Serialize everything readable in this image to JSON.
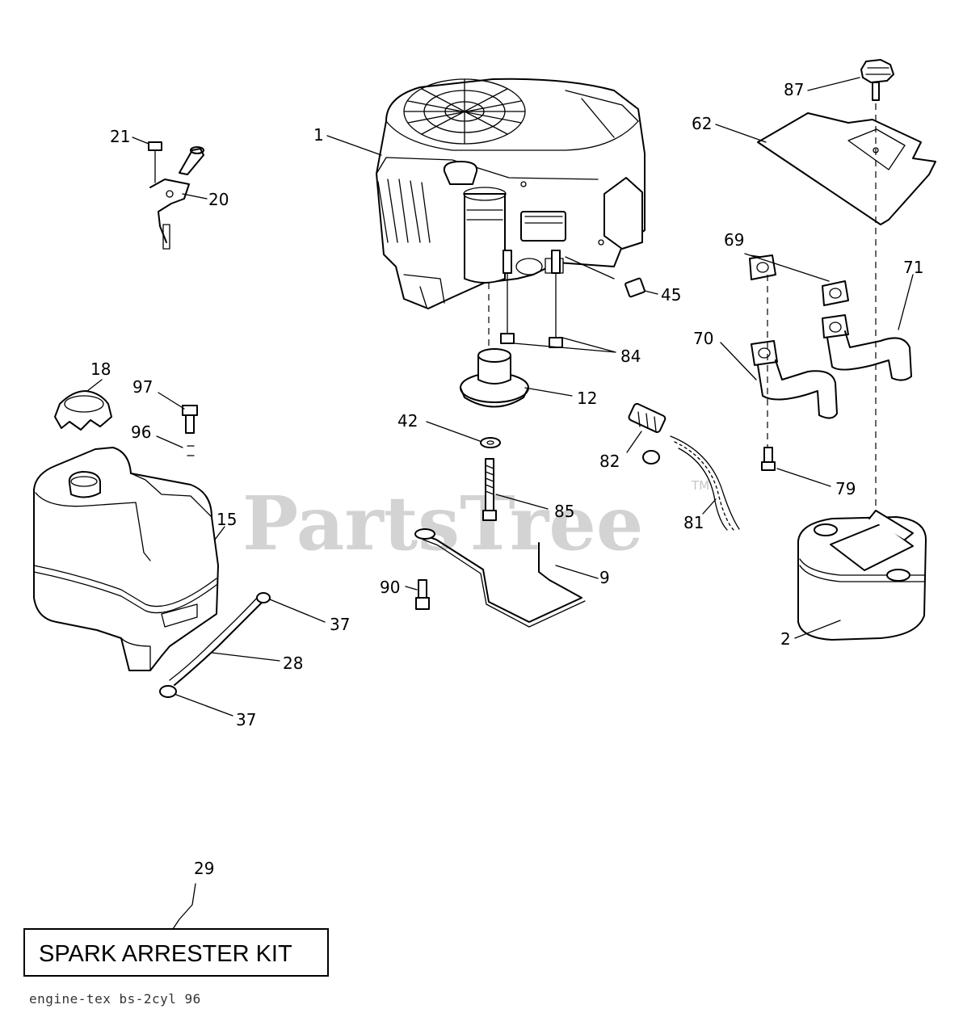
{
  "watermark": {
    "brand": "PartsTree",
    "trademark": "TM"
  },
  "callouts": {
    "c1": "1",
    "c2": "2",
    "c9": "9",
    "c12": "12",
    "c15": "15",
    "c18": "18",
    "c20": "20",
    "c21": "21",
    "c28": "28",
    "c29": "29",
    "c37a": "37",
    "c37b": "37",
    "c42": "42",
    "c45": "45",
    "c62": "62",
    "c69": "69",
    "c70": "70",
    "c71": "71",
    "c79": "79",
    "c81": "81",
    "c82": "82",
    "c84": "84",
    "c85": "85",
    "c87": "87",
    "c90": "90",
    "c96": "96",
    "c97": "97"
  },
  "kit_box": {
    "label": "SPARK ARRESTER KIT"
  },
  "footer": {
    "code": "engine-tex  bs-2cyl  96"
  }
}
